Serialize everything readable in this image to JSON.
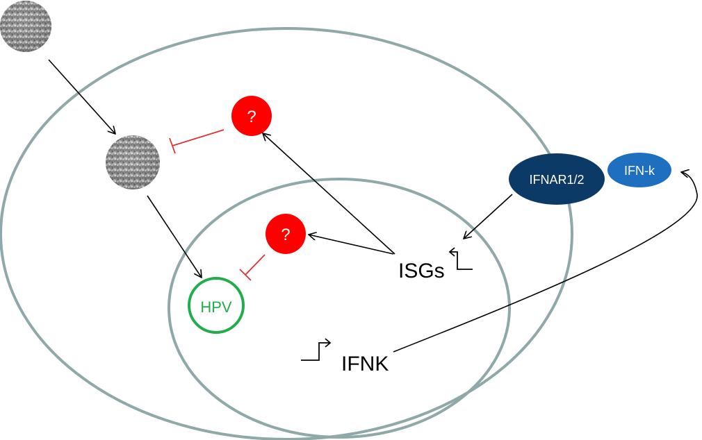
{
  "labels": {
    "hpv": "HPV",
    "isgs": "ISGs",
    "ifnk_gene": "IFNK",
    "receptor": "IFNAR1/2",
    "ligand": "IFN-k",
    "unknown_outer": "?",
    "unknown_inner": "?"
  },
  "colors": {
    "membrane": "#8FA8A8",
    "hpv_outline": "#1FAE4B",
    "hpv_text": "#1FAE4B",
    "unknown_fill": "#FF0000",
    "inhibition": "#E03030",
    "receptor_fill": "#0B3A66",
    "ligand_fill": "#1F6FC0",
    "arrow": "#000000"
  },
  "icons": {
    "virion_outside": "virus-particle-icon",
    "virion_cytoplasm": "virus-particle-icon",
    "isgs_promoter": "promoter-arrow-icon",
    "ifnk_promoter": "promoter-arrow-icon"
  }
}
